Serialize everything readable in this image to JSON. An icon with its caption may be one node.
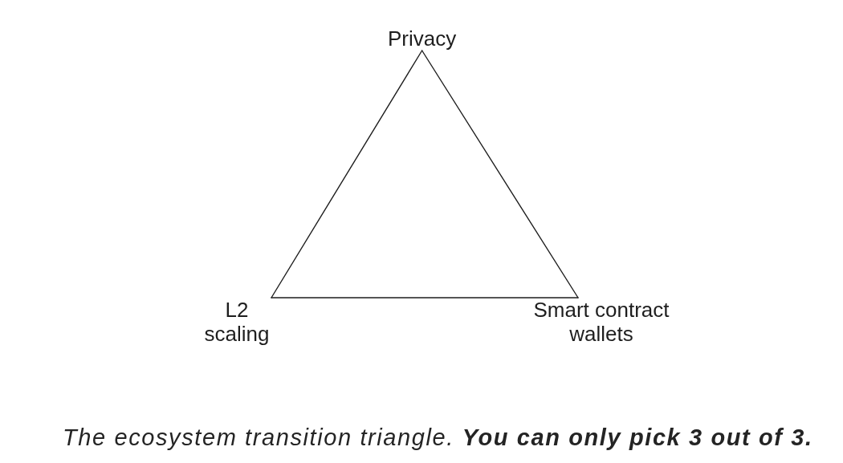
{
  "diagram": {
    "caption": "The ecosystem transition triangle. **You can only pick 3 out of 3.**",
    "nodes": [
      {
        "text": [
          "Privacy"
        ]
      },
      {
        "text": [
          "L2 scaling"
        ]
      },
      {
        "text": [
          "Smart contract wallets"
        ]
      }
    ],
    "edges": [
      {
        "from": 0,
        "to": 1,
        "arrow": "none"
      },
      {
        "from": 1,
        "to": 2,
        "arrow": "none"
      },
      {
        "from": 2,
        "to": 0,
        "arrow": "none"
      }
    ]
  }
}
